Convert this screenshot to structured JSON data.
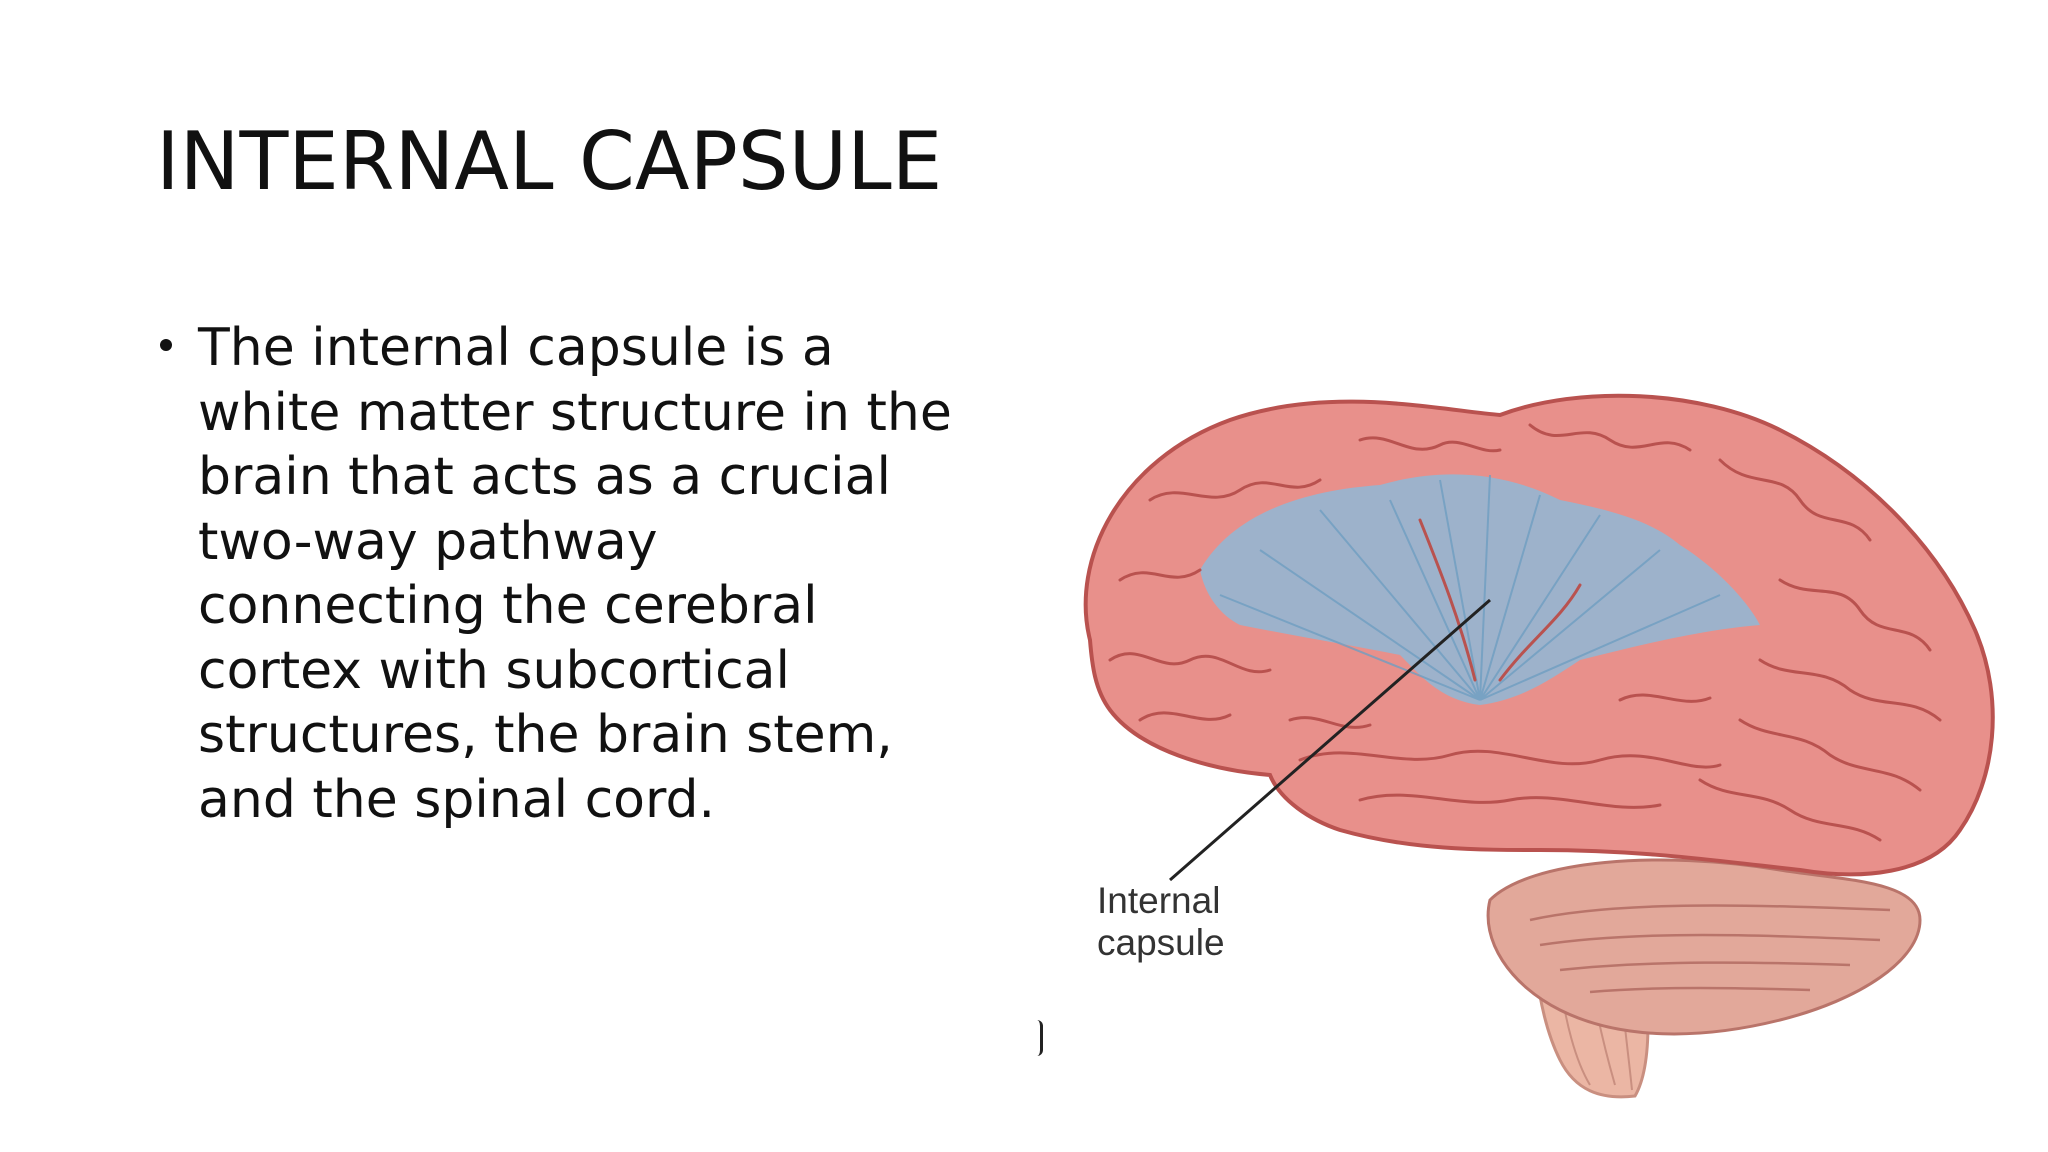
{
  "slide": {
    "title": "INTERNAL CAPSULE",
    "bullets": [
      {
        "lines": [
          "The internal capsule is a",
          "white matter structure in the",
          "brain that acts as a crucial",
          "two-way pathway",
          "connecting the cerebral",
          "cortex with subcortical",
          "structures, the brain stem,",
          "and the spinal cord."
        ]
      }
    ]
  },
  "figure": {
    "label_lines": [
      "Internal",
      "capsule"
    ],
    "colors": {
      "brain": "#e8908b",
      "gyri_lines": "#b9524f",
      "capsule": "#8fb8d6",
      "cerebellum": "#e2a89a",
      "brainstem": "#ebb6a4",
      "leader_line": "#222222"
    }
  }
}
